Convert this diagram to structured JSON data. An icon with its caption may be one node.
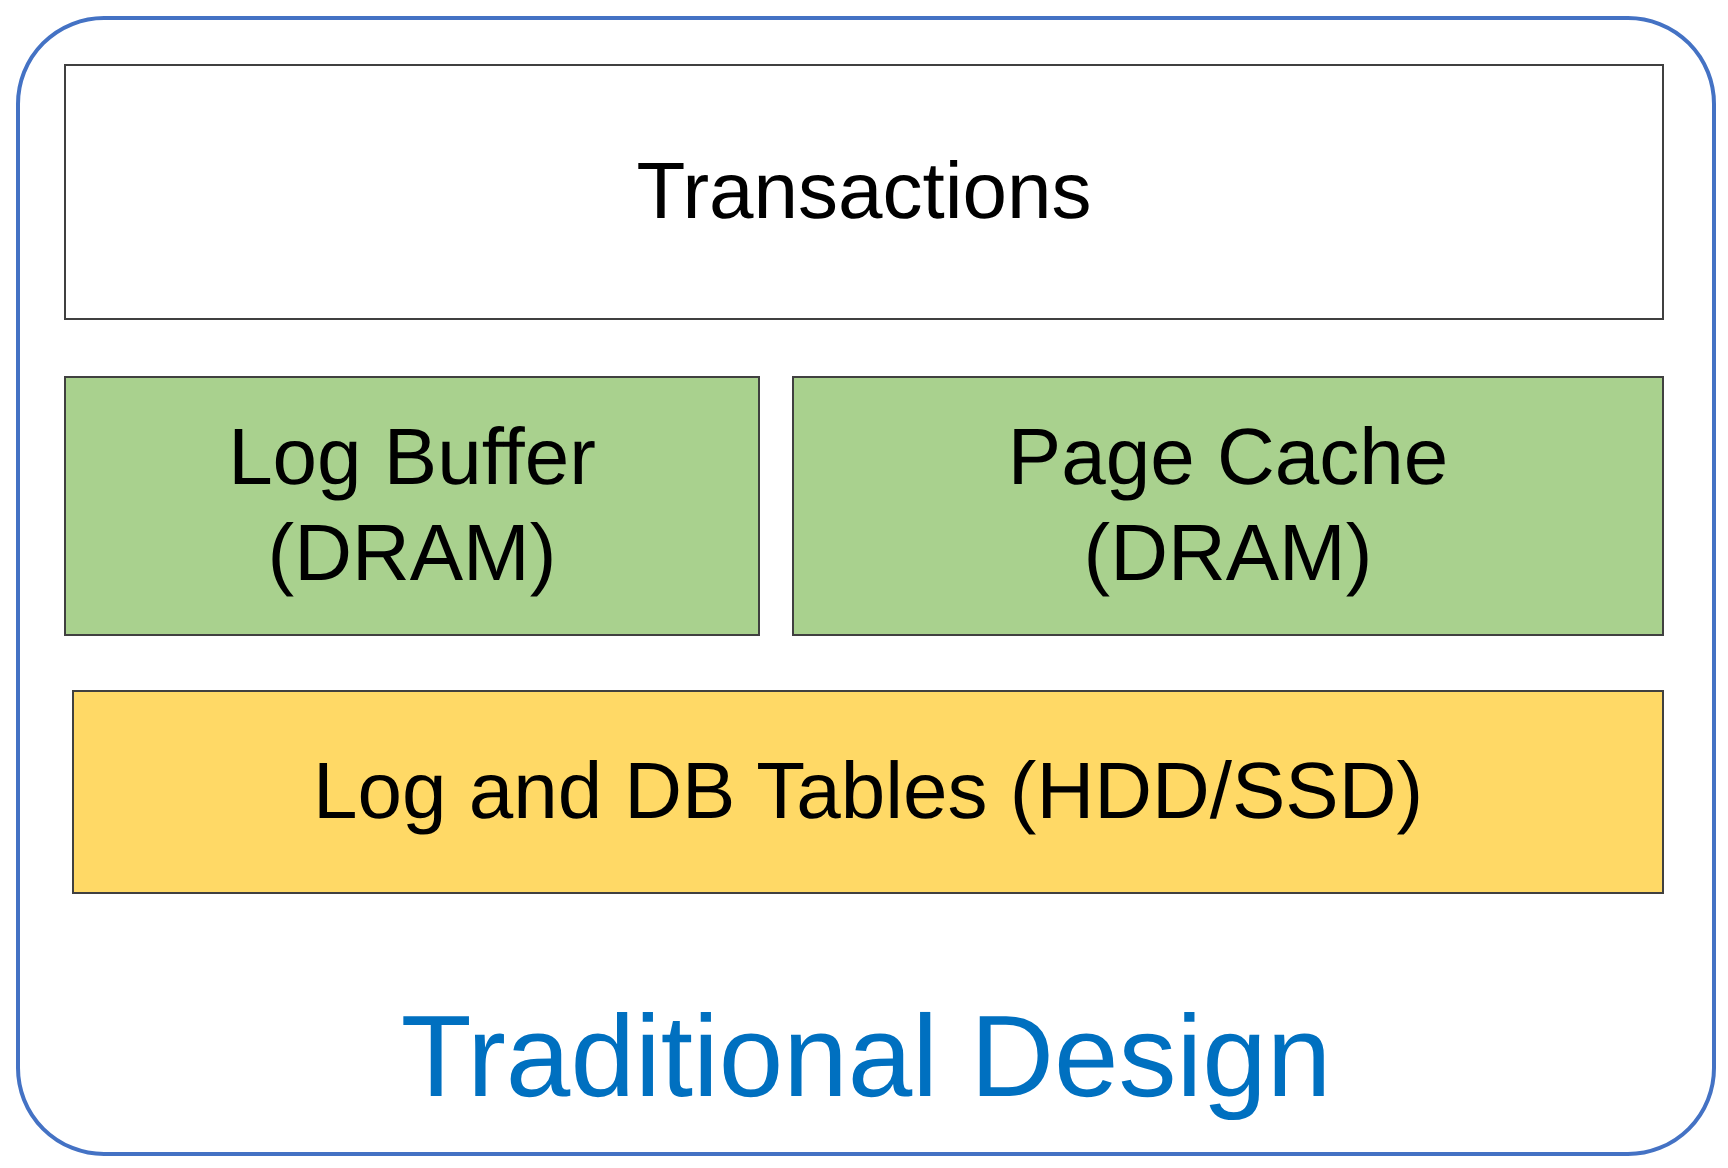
{
  "diagram": {
    "nodes": [
      {
        "text": [
          "Traditional Design"
        ]
      },
      {
        "text": [
          "Transactions"
        ],
        "in": 0
      },
      {
        "text": [
          "Log Buffer (DRAM)"
        ],
        "in": 0
      },
      {
        "text": [
          "Page Cache (DRAM)"
        ],
        "in": 0
      },
      {
        "text": [
          "Log and DB Tables (HDD/SSD)"
        ],
        "in": 0
      }
    ]
  }
}
